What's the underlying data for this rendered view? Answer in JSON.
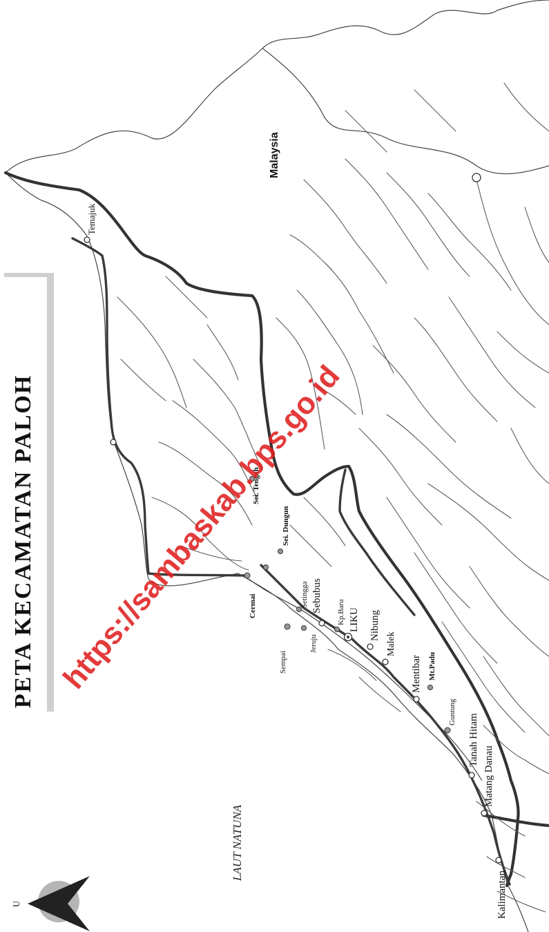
{
  "map": {
    "title": "PETA KECAMATAN PALOH",
    "country_label": "Malaysia",
    "sea_label": "LAUT NATUNA",
    "north_label": "U",
    "watermark": "https://sambaskab.bps.go.id"
  },
  "places": {
    "temajuk": "Temajuk",
    "sei_tengah": "Sei. Tengah",
    "sei_dungun": "Sei. Dungun",
    "cermai": "Cermai",
    "setingga": "Setingga",
    "sebubus": "Sebubus",
    "kp_baru": "Kp.Baru",
    "liku": "LIKU",
    "nibung": "Nibung",
    "malek": "Malek",
    "jeruju": "Jeruju",
    "sempai": "Sempai",
    "mentibar": "Mentibar",
    "mt_padu": "Mt.Padu",
    "guntung": "Guntung",
    "tanah_hitam": "Tanah Hitam",
    "matang_danau": "Matang Danau",
    "kalimantan": "Kalimantan"
  }
}
